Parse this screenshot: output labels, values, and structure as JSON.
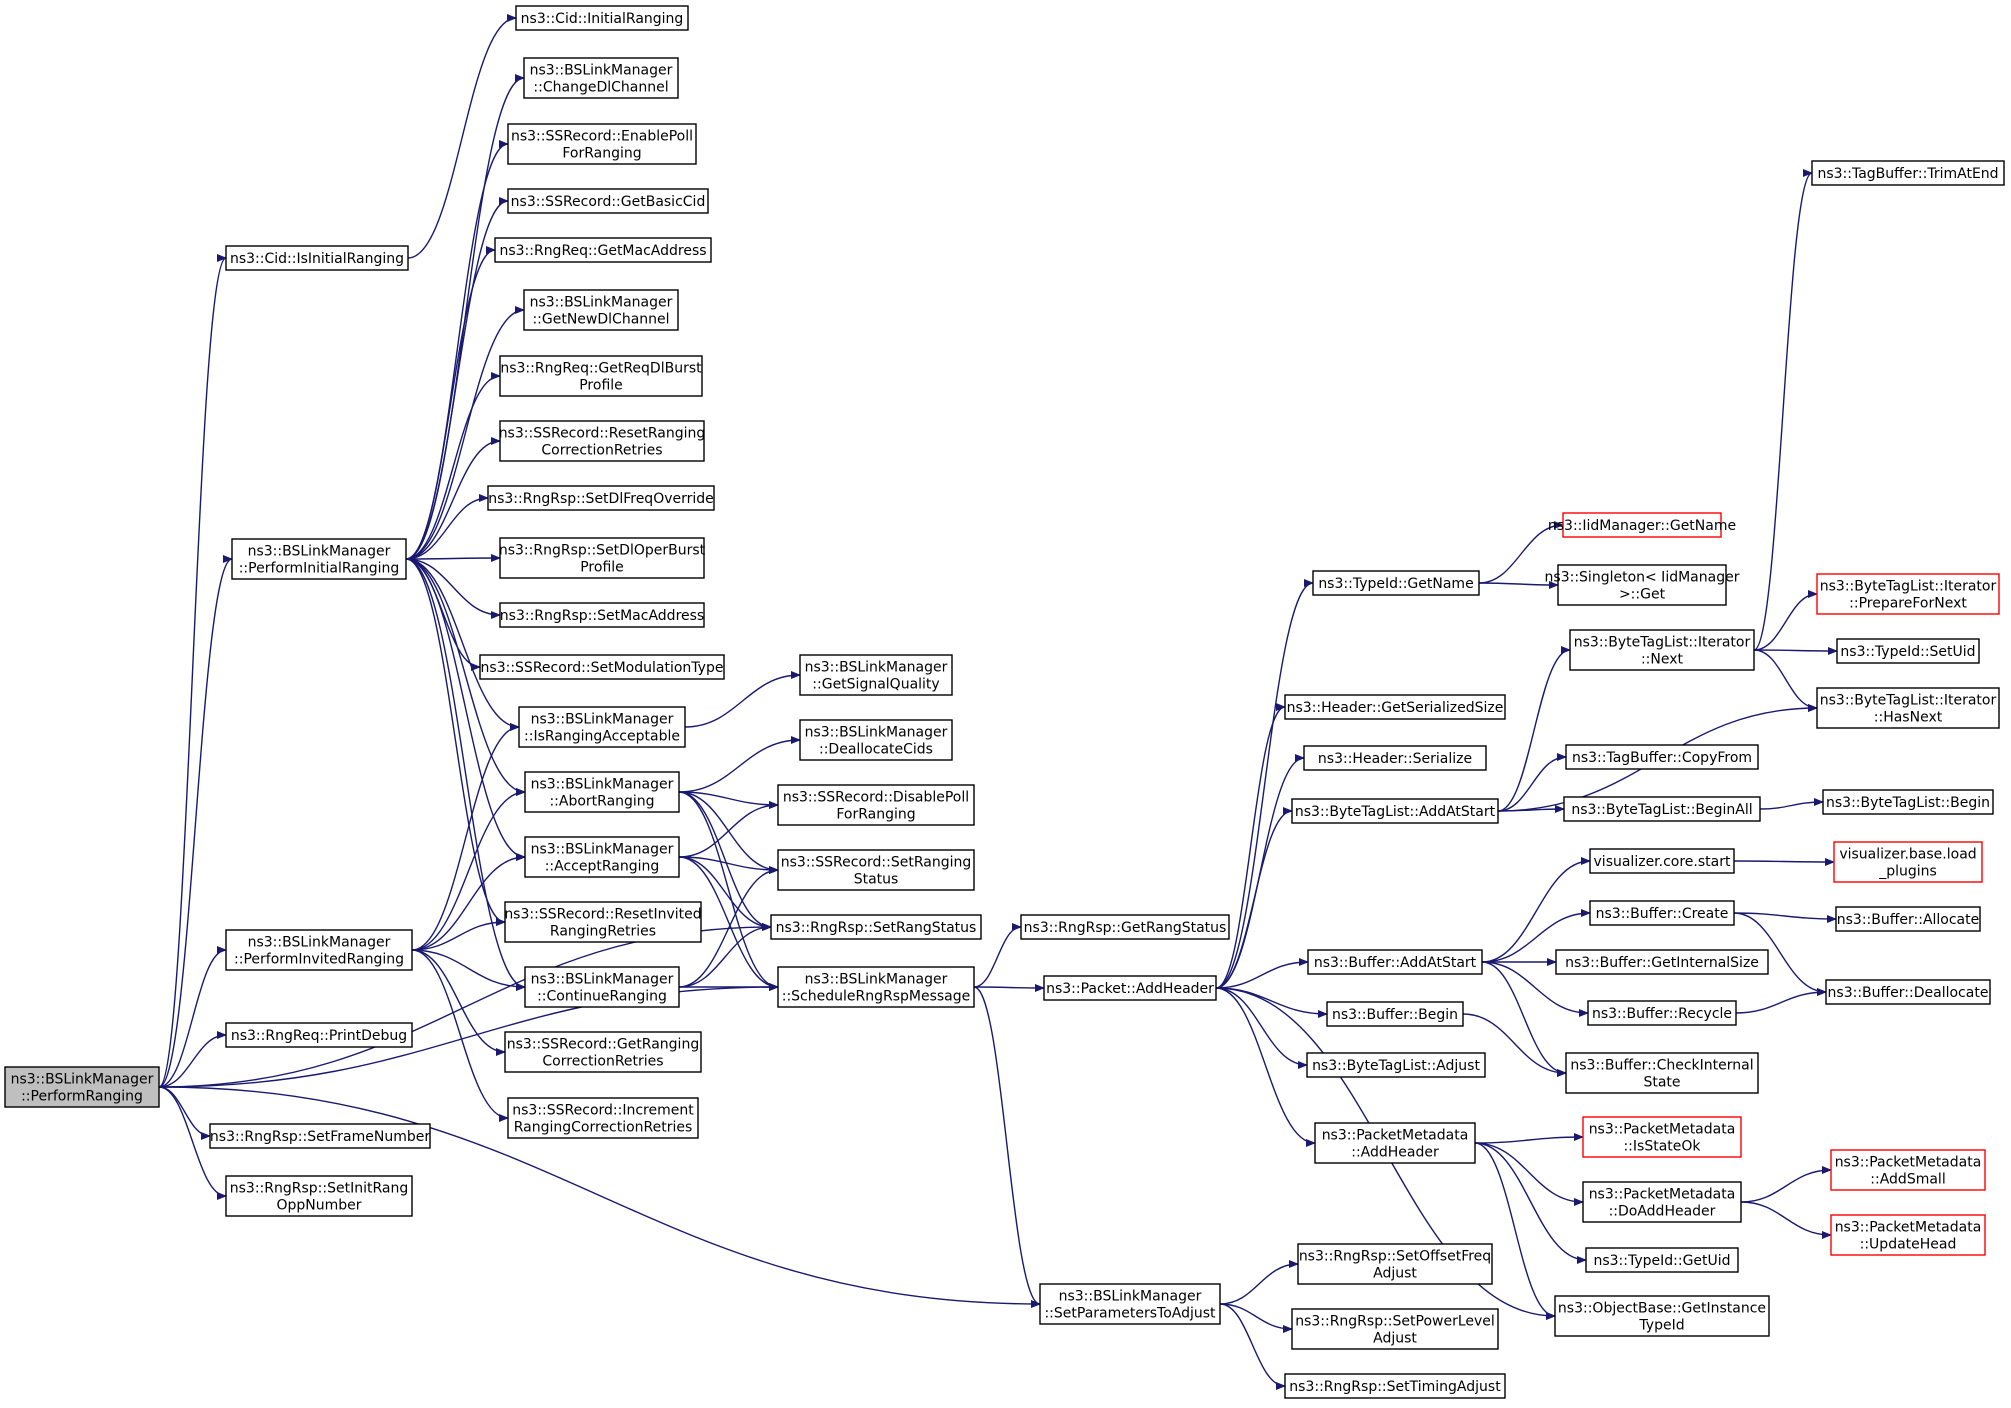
{
  "colors": {
    "edge": "#191970",
    "root_fill": "#bfbfbf",
    "incomplete_border": "#ff0000",
    "node_border": "#000000"
  },
  "nodes": [
    {
      "id": "n0",
      "lines": [
        "ns3::BSLinkManager",
        "::PerformRanging"
      ],
      "root": true
    },
    {
      "id": "n1",
      "lines": [
        "ns3::Cid::IsInitialRanging"
      ]
    },
    {
      "id": "n2",
      "lines": [
        "ns3::BSLinkManager",
        "::PerformInitialRanging"
      ]
    },
    {
      "id": "n3",
      "lines": [
        "ns3::BSLinkManager",
        "::PerformInvitedRanging"
      ]
    },
    {
      "id": "n4",
      "lines": [
        "ns3::RngReq::PrintDebug"
      ]
    },
    {
      "id": "n5",
      "lines": [
        "ns3::RngRsp::SetFrameNumber"
      ]
    },
    {
      "id": "n6",
      "lines": [
        "ns3::RngRsp::SetInitRang",
        "OppNumber"
      ]
    },
    {
      "id": "n7",
      "lines": [
        "ns3::Cid::InitialRanging"
      ]
    },
    {
      "id": "n8",
      "lines": [
        "ns3::BSLinkManager",
        "::ChangeDlChannel"
      ]
    },
    {
      "id": "n9",
      "lines": [
        "ns3::SSRecord::EnablePoll",
        "ForRanging"
      ]
    },
    {
      "id": "n10",
      "lines": [
        "ns3::SSRecord::GetBasicCid"
      ]
    },
    {
      "id": "n11",
      "lines": [
        "ns3::RngReq::GetMacAddress"
      ]
    },
    {
      "id": "n12",
      "lines": [
        "ns3::BSLinkManager",
        "::GetNewDlChannel"
      ]
    },
    {
      "id": "n13",
      "lines": [
        "ns3::RngReq::GetReqDlBurst",
        "Profile"
      ]
    },
    {
      "id": "n14",
      "lines": [
        "ns3::SSRecord::ResetRanging",
        "CorrectionRetries"
      ]
    },
    {
      "id": "n15",
      "lines": [
        "ns3::RngRsp::SetDlFreqOverride"
      ]
    },
    {
      "id": "n16",
      "lines": [
        "ns3::RngRsp::SetDlOperBurst",
        "Profile"
      ]
    },
    {
      "id": "n17",
      "lines": [
        "ns3::RngRsp::SetMacAddress"
      ]
    },
    {
      "id": "n18",
      "lines": [
        "ns3::SSRecord::SetModulationType"
      ]
    },
    {
      "id": "n19",
      "lines": [
        "ns3::BSLinkManager",
        "::IsRangingAcceptable"
      ]
    },
    {
      "id": "n20",
      "lines": [
        "ns3::BSLinkManager",
        "::AbortRanging"
      ]
    },
    {
      "id": "n21",
      "lines": [
        "ns3::BSLinkManager",
        "::AcceptRanging"
      ]
    },
    {
      "id": "n22",
      "lines": [
        "ns3::SSRecord::ResetInvited",
        "RangingRetries"
      ]
    },
    {
      "id": "n23",
      "lines": [
        "ns3::BSLinkManager",
        "::ContinueRanging"
      ]
    },
    {
      "id": "n24",
      "lines": [
        "ns3::SSRecord::GetRanging",
        "CorrectionRetries"
      ]
    },
    {
      "id": "n25",
      "lines": [
        "ns3::SSRecord::Increment",
        "RangingCorrectionRetries"
      ]
    },
    {
      "id": "n26",
      "lines": [
        "ns3::BSLinkManager",
        "::GetSignalQuality"
      ]
    },
    {
      "id": "n27",
      "lines": [
        "ns3::BSLinkManager",
        "::DeallocateCids"
      ]
    },
    {
      "id": "n28",
      "lines": [
        "ns3::SSRecord::DisablePoll",
        "ForRanging"
      ]
    },
    {
      "id": "n29",
      "lines": [
        "ns3::SSRecord::SetRanging",
        "Status"
      ]
    },
    {
      "id": "n30",
      "lines": [
        "ns3::RngRsp::SetRangStatus"
      ]
    },
    {
      "id": "n31",
      "lines": [
        "ns3::BSLinkManager",
        "::ScheduleRngRspMessage"
      ]
    },
    {
      "id": "n32",
      "lines": [
        "ns3::RngRsp::GetRangStatus"
      ]
    },
    {
      "id": "n33",
      "lines": [
        "ns3::Packet::AddHeader"
      ]
    },
    {
      "id": "n34",
      "lines": [
        "ns3::BSLinkManager",
        "::SetParametersToAdjust"
      ]
    },
    {
      "id": "n35",
      "lines": [
        "ns3::TypeId::GetName"
      ]
    },
    {
      "id": "n36",
      "lines": [
        "ns3::Header::GetSerializedSize"
      ]
    },
    {
      "id": "n37",
      "lines": [
        "ns3::Header::Serialize"
      ]
    },
    {
      "id": "n38",
      "lines": [
        "ns3::ByteTagList::AddAtStart"
      ]
    },
    {
      "id": "n39",
      "lines": [
        "ns3::Buffer::AddAtStart"
      ]
    },
    {
      "id": "n40",
      "lines": [
        "ns3::Buffer::Begin"
      ]
    },
    {
      "id": "n41",
      "lines": [
        "ns3::ByteTagList::Adjust"
      ]
    },
    {
      "id": "n42",
      "lines": [
        "ns3::PacketMetadata",
        "::AddHeader"
      ]
    },
    {
      "id": "n43",
      "lines": [
        "ns3::RngRsp::SetOffsetFreq",
        "Adjust"
      ]
    },
    {
      "id": "n44",
      "lines": [
        "ns3::RngRsp::SetPowerLevel",
        "Adjust"
      ]
    },
    {
      "id": "n45",
      "lines": [
        "ns3::RngRsp::SetTimingAdjust"
      ]
    },
    {
      "id": "n46",
      "lines": [
        "ns3::IidManager::GetName"
      ],
      "red": true
    },
    {
      "id": "n47",
      "lines": [
        "ns3::Singleton< IidManager",
        ">::Get"
      ]
    },
    {
      "id": "n48",
      "lines": [
        "ns3::ByteTagList::Iterator",
        "::Next"
      ]
    },
    {
      "id": "n49",
      "lines": [
        "ns3::TagBuffer::CopyFrom"
      ]
    },
    {
      "id": "n50",
      "lines": [
        "ns3::ByteTagList::BeginAll"
      ]
    },
    {
      "id": "n51",
      "lines": [
        "visualizer.core.start"
      ]
    },
    {
      "id": "n52",
      "lines": [
        "ns3::Buffer::Create"
      ]
    },
    {
      "id": "n53",
      "lines": [
        "ns3::Buffer::GetInternalSize"
      ]
    },
    {
      "id": "n54",
      "lines": [
        "ns3::Buffer::Recycle"
      ]
    },
    {
      "id": "n55",
      "lines": [
        "ns3::Buffer::CheckInternal",
        "State"
      ]
    },
    {
      "id": "n56",
      "lines": [
        "ns3::PacketMetadata",
        "::IsStateOk"
      ],
      "red": true
    },
    {
      "id": "n57",
      "lines": [
        "ns3::PacketMetadata",
        "::DoAddHeader"
      ]
    },
    {
      "id": "n58",
      "lines": [
        "ns3::TypeId::GetUid"
      ]
    },
    {
      "id": "n59",
      "lines": [
        "ns3::ObjectBase::GetInstance",
        "TypeId"
      ]
    },
    {
      "id": "n60",
      "lines": [
        "ns3::TagBuffer::TrimAtEnd"
      ]
    },
    {
      "id": "n61",
      "lines": [
        "ns3::ByteTagList::Iterator",
        "::PrepareForNext"
      ],
      "red": true
    },
    {
      "id": "n62",
      "lines": [
        "ns3::TypeId::SetUid"
      ]
    },
    {
      "id": "n63",
      "lines": [
        "ns3::ByteTagList::Iterator",
        "::HasNext"
      ]
    },
    {
      "id": "n64",
      "lines": [
        "ns3::ByteTagList::Begin"
      ]
    },
    {
      "id": "n65",
      "lines": [
        "visualizer.base.load",
        "_plugins"
      ],
      "red": true
    },
    {
      "id": "n66",
      "lines": [
        "ns3::Buffer::Allocate"
      ]
    },
    {
      "id": "n67",
      "lines": [
        "ns3::Buffer::Deallocate"
      ]
    },
    {
      "id": "n68",
      "lines": [
        "ns3::PacketMetadata",
        "::AddSmall"
      ],
      "red": true
    },
    {
      "id": "n69",
      "lines": [
        "ns3::PacketMetadata",
        "::UpdateHead"
      ],
      "red": true
    }
  ],
  "edges": [
    [
      "n0",
      "n1"
    ],
    [
      "n0",
      "n2"
    ],
    [
      "n0",
      "n3"
    ],
    [
      "n0",
      "n4"
    ],
    [
      "n0",
      "n5"
    ],
    [
      "n0",
      "n6"
    ],
    [
      "n0",
      "n30"
    ],
    [
      "n0",
      "n31"
    ],
    [
      "n0",
      "n34"
    ],
    [
      "n1",
      "n7"
    ],
    [
      "n2",
      "n8"
    ],
    [
      "n2",
      "n9"
    ],
    [
      "n2",
      "n10"
    ],
    [
      "n2",
      "n11"
    ],
    [
      "n2",
      "n12"
    ],
    [
      "n2",
      "n13"
    ],
    [
      "n2",
      "n14"
    ],
    [
      "n2",
      "n15"
    ],
    [
      "n2",
      "n16"
    ],
    [
      "n2",
      "n17"
    ],
    [
      "n2",
      "n18"
    ],
    [
      "n2",
      "n19"
    ],
    [
      "n2",
      "n20"
    ],
    [
      "n2",
      "n21"
    ],
    [
      "n2",
      "n22"
    ],
    [
      "n2",
      "n23"
    ],
    [
      "n3",
      "n19"
    ],
    [
      "n3",
      "n20"
    ],
    [
      "n3",
      "n21"
    ],
    [
      "n3",
      "n22"
    ],
    [
      "n3",
      "n23"
    ],
    [
      "n3",
      "n24"
    ],
    [
      "n3",
      "n25"
    ],
    [
      "n19",
      "n26"
    ],
    [
      "n20",
      "n27"
    ],
    [
      "n20",
      "n28"
    ],
    [
      "n20",
      "n29"
    ],
    [
      "n20",
      "n30"
    ],
    [
      "n20",
      "n31"
    ],
    [
      "n21",
      "n28"
    ],
    [
      "n21",
      "n29"
    ],
    [
      "n21",
      "n30"
    ],
    [
      "n21",
      "n31"
    ],
    [
      "n23",
      "n29"
    ],
    [
      "n23",
      "n30"
    ],
    [
      "n23",
      "n31"
    ],
    [
      "n31",
      "n32"
    ],
    [
      "n31",
      "n33"
    ],
    [
      "n31",
      "n34"
    ],
    [
      "n33",
      "n35"
    ],
    [
      "n33",
      "n36"
    ],
    [
      "n33",
      "n37"
    ],
    [
      "n33",
      "n38"
    ],
    [
      "n33",
      "n39"
    ],
    [
      "n33",
      "n40"
    ],
    [
      "n33",
      "n41"
    ],
    [
      "n33",
      "n42"
    ],
    [
      "n33",
      "n59"
    ],
    [
      "n34",
      "n43"
    ],
    [
      "n34",
      "n44"
    ],
    [
      "n34",
      "n45"
    ],
    [
      "n35",
      "n46"
    ],
    [
      "n35",
      "n47"
    ],
    [
      "n38",
      "n48"
    ],
    [
      "n38",
      "n49"
    ],
    [
      "n38",
      "n50"
    ],
    [
      "n38",
      "n63"
    ],
    [
      "n39",
      "n51"
    ],
    [
      "n39",
      "n52"
    ],
    [
      "n39",
      "n53"
    ],
    [
      "n39",
      "n54"
    ],
    [
      "n39",
      "n55"
    ],
    [
      "n40",
      "n55"
    ],
    [
      "n42",
      "n56"
    ],
    [
      "n42",
      "n57"
    ],
    [
      "n42",
      "n58"
    ],
    [
      "n42",
      "n59"
    ],
    [
      "n48",
      "n60"
    ],
    [
      "n48",
      "n61"
    ],
    [
      "n48",
      "n62"
    ],
    [
      "n48",
      "n63"
    ],
    [
      "n50",
      "n64"
    ],
    [
      "n51",
      "n65"
    ],
    [
      "n52",
      "n66"
    ],
    [
      "n52",
      "n67"
    ],
    [
      "n54",
      "n67"
    ],
    [
      "n57",
      "n68"
    ],
    [
      "n57",
      "n69"
    ]
  ]
}
